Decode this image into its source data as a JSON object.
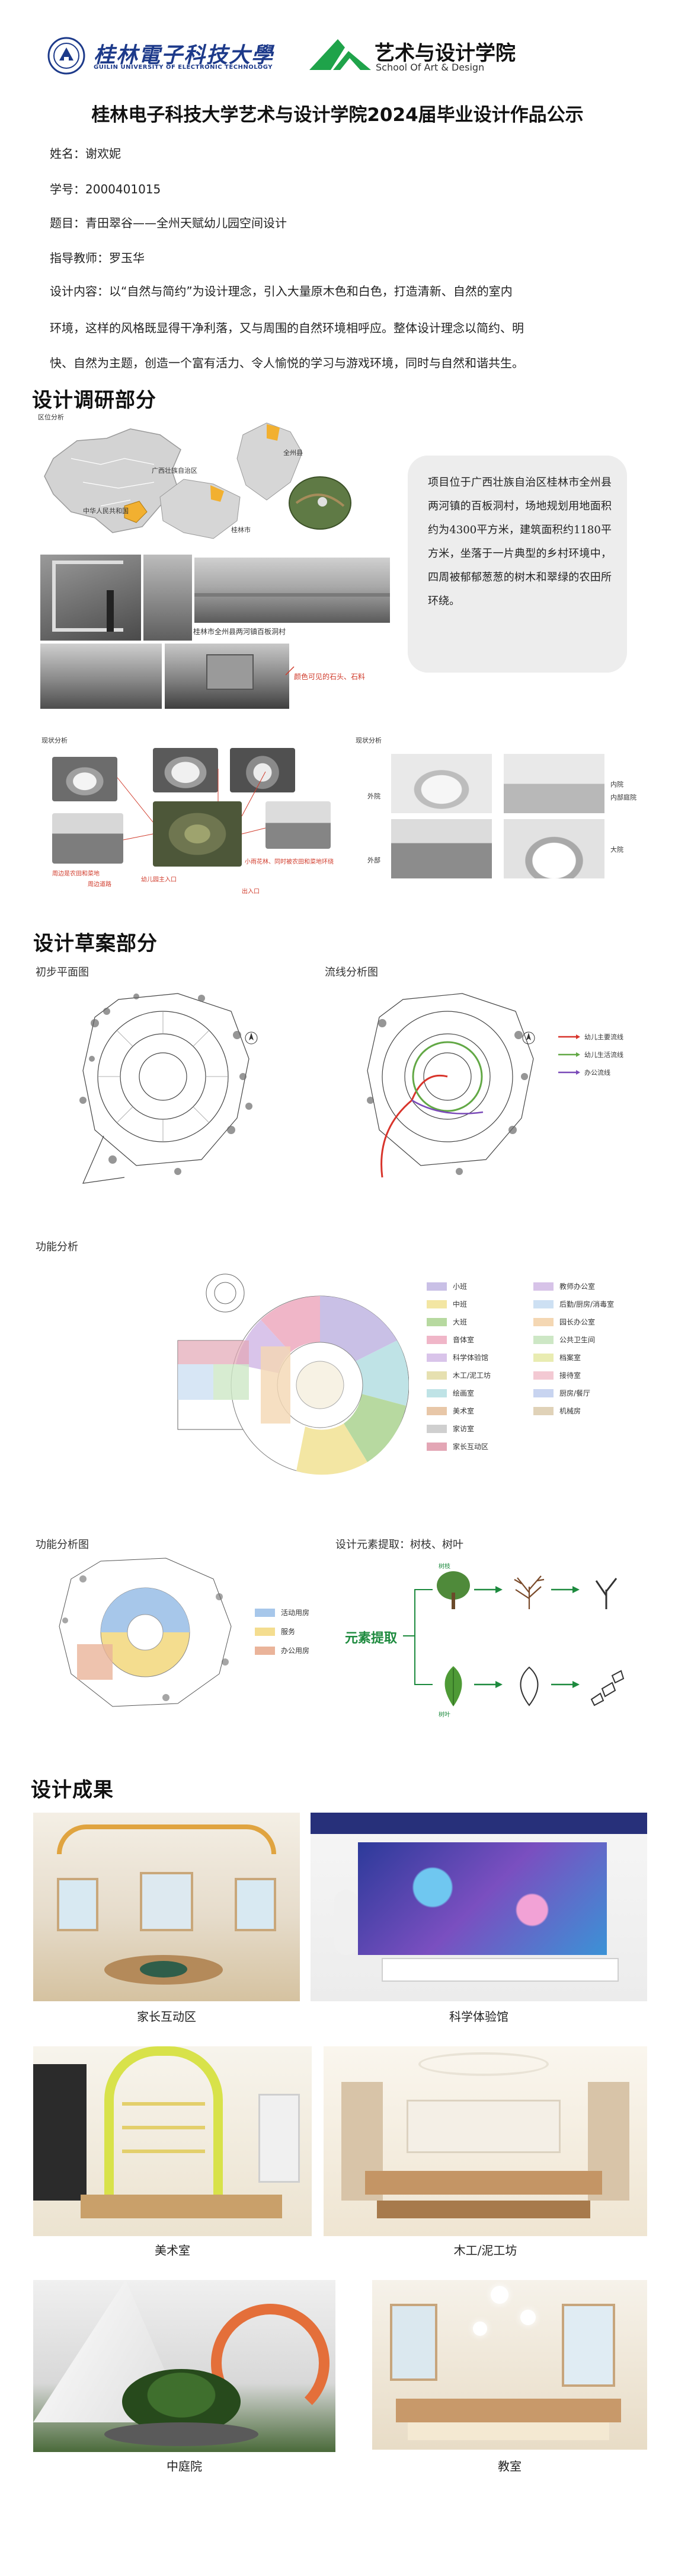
{
  "header": {
    "university_name": "桂林電子科技大學",
    "university_name_en": "GUILIN UNIVERSITY OF ELECTRONIC TECHNOLOGY",
    "school_name": "艺术与设计学院",
    "school_name_en": "School Of Art & Design",
    "page_title": "桂林电子科技大学艺术与设计学院2024届毕业设计作品公示"
  },
  "info": {
    "name_label": "姓名：",
    "name_value": "谢欢妮",
    "id_label": "学号：",
    "id_value": "2000401015",
    "topic_label": "题目：",
    "topic_value": "青田翠谷——全州天赋幼儿园空间设计",
    "advisor_label": "指导教师：",
    "advisor_value": "罗玉华",
    "content_line1": "设计内容：以“自然与简约”为设计理念，引入大量原木色和白色，打造清新、自然的室内",
    "content_line2": "环境，这样的风格既显得干净利落，又与周围的自然环境相呼应。整体设计理念以简约、明",
    "content_line3": "快、自然为主题，创造一个富有活力、令人愉悦的学习与游戏环境，同时与自然和谐共生。"
  },
  "research": {
    "title": "设计调研部分",
    "map_label": "区位分析",
    "map_tag_1": "广西壮族自治区",
    "map_tag_2": "桂林市",
    "map_tag_3": "中华人民共和国",
    "map_tag_4": "全州县",
    "photo_caption": "桂林市全州县两河镇百板洞村",
    "photo_note": "颜色可见的石头、石料",
    "site_label": "现状分析",
    "site_label_2": "现状分析",
    "site_note_1": "周边是农田和菜地",
    "site_note_2": "周边道路",
    "site_note_3": "幼儿园主入口",
    "site_note_4": "出入口",
    "site_note_5": "内部庭院",
    "site_note_6": "外部",
    "site_note_7": "外院",
    "site_note_8": "内院",
    "site_note_9": "大院",
    "site_note_10": "小雨花林、同时被农田和菜地环绕",
    "bubble_text": "项目位于广西壮族自治区桂林市全州县两河镇的百板洞村，场地规划用地面积约为4300平方米，建筑面积约1180平方米，坐落于一片典型的乡村环境中，四周被郁郁葱葱的树木和翠绿的农田所环绕。"
  },
  "draft": {
    "title": "设计草案部分",
    "plan_label": "初步平面图",
    "flow_label": "流线分析图",
    "flow_legend": [
      "幼儿主要流线",
      "幼儿生活流线",
      "办公流线"
    ],
    "flow_colors": [
      "#d8342b",
      "#62a845",
      "#7a4ab8"
    ],
    "func_label": "功能分析",
    "func_legend_left": [
      "小班",
      "中班",
      "大班",
      "音体室",
      "科学体验馆",
      "木工/泥工坊",
      "绘画室",
      "美术室",
      "家访室",
      "家长互动区"
    ],
    "func_legend_left_colors": [
      "#c9c0e6",
      "#f3e6a3",
      "#b7d9a0",
      "#f0b6c8",
      "#d9c4ea",
      "#e6e0b0",
      "#bfe3e6",
      "#e8c7a8",
      "#cfcfcf",
      "#e3a6b5"
    ],
    "func_legend_right": [
      "教师办公室",
      "后勤/厨房/消毒室",
      "园长办公室",
      "公共卫生间",
      "档案室",
      "接待室",
      "厨房/餐厅",
      "机械房"
    ],
    "func_legend_right_colors": [
      "#d7c3e8",
      "#cde0f3",
      "#f4d7b3",
      "#cde7c5",
      "#e9ecb2",
      "#f3c9d3",
      "#c8d4f0",
      "#e0d2b8"
    ],
    "func2_label": "功能分析图",
    "func2_legend": [
      "活动用房",
      "服务",
      "办公用房"
    ],
    "func2_colors": [
      "#a7c7ea",
      "#f4dd8f",
      "#eab49a"
    ],
    "element_label": "设计元素提取：树枝、树叶",
    "element_title": "元素提取",
    "element_tag_1": "树枝",
    "element_tag_2": "树叶"
  },
  "results": {
    "title": "设计成果",
    "captions": [
      "家长互动区",
      "科学体验馆",
      "美术室",
      "木工/泥工坊",
      "中庭院",
      "教室"
    ]
  }
}
